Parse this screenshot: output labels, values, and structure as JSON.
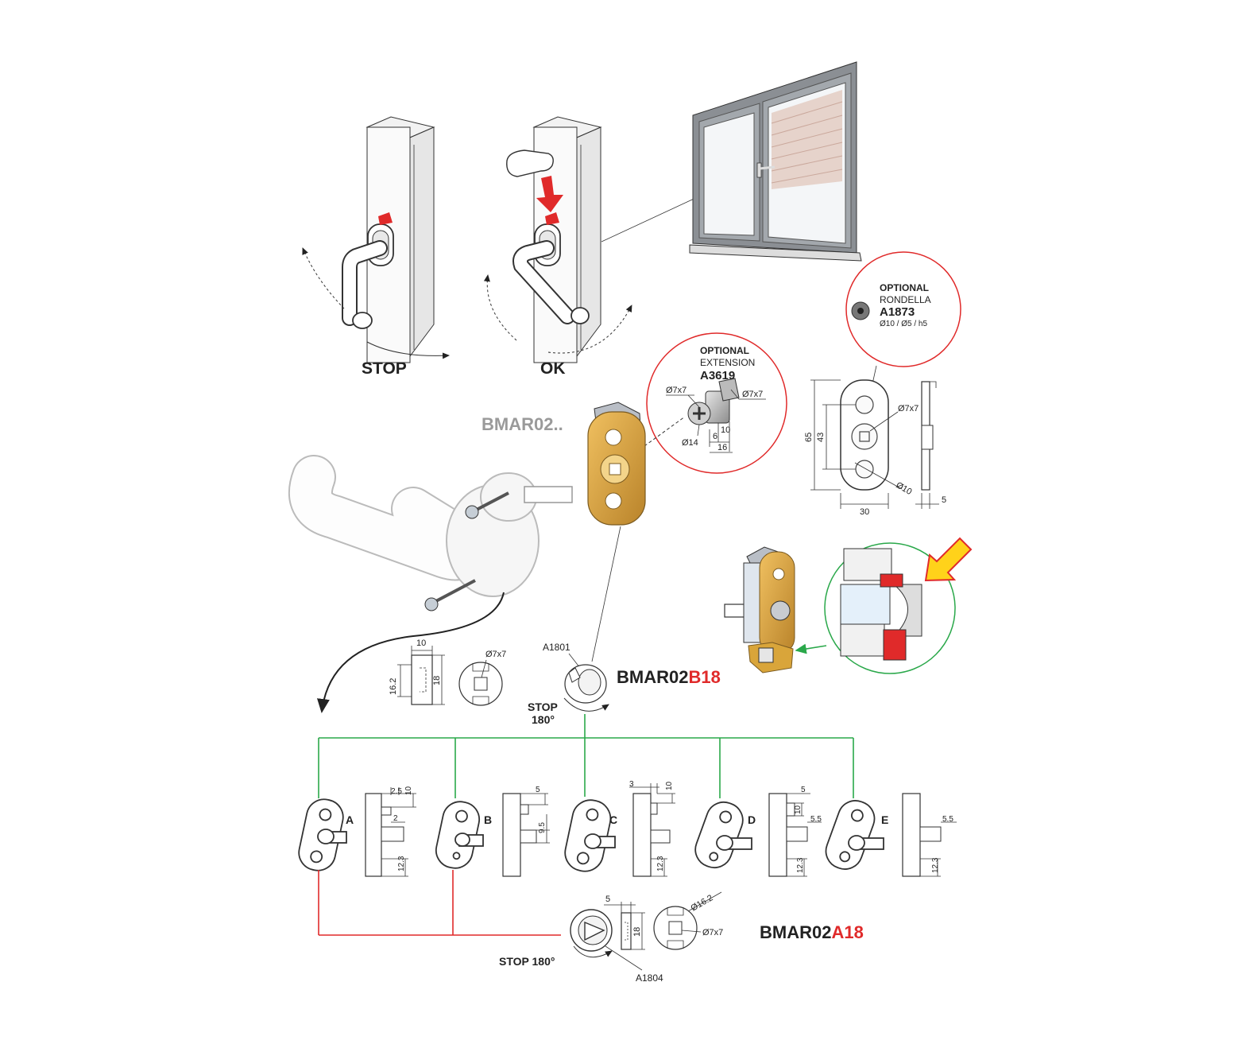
{
  "handle_states": {
    "stop_label": "STOP",
    "ok_label": "OK"
  },
  "product_family": "BMAR02..",
  "extension": {
    "optional": "OPTIONAL",
    "name": "EXTENSION",
    "code": "A3619",
    "dim_square_left": "Ø7x7",
    "dim_square_right": "Ø7x7",
    "dim_diameter": "Ø14",
    "dim_6": "6",
    "dim_10": "10",
    "dim_16": "16"
  },
  "washer": {
    "optional": "OPTIONAL",
    "name": "RONDELLA",
    "code": "A1873",
    "dims": "Ø10 / Ø5 / h5"
  },
  "plate_drawing": {
    "square": "Ø7x7",
    "height": "65",
    "hole_spacing": "43",
    "hole": "Ø10",
    "width": "30",
    "thickness": "5"
  },
  "b18_insert": {
    "width": "10",
    "inner": "16.2",
    "outer": "18",
    "square": "Ø7x7",
    "part_code": "A1801",
    "model_prefix": "BMAR02",
    "model_suffix": "B18",
    "stop": "STOP",
    "angle": "180°"
  },
  "variants": [
    {
      "label": "A",
      "dims": [
        "2.5",
        "10",
        "2",
        "12.3"
      ]
    },
    {
      "label": "B",
      "dims": [
        "5",
        "9.5"
      ]
    },
    {
      "label": "C",
      "dims": [
        "3",
        "10",
        "12.3"
      ]
    },
    {
      "label": "D",
      "dims": [
        "5",
        "10",
        "5.5",
        "12.3"
      ]
    },
    {
      "label": "E",
      "dims": [
        "5.5",
        "12.3"
      ]
    }
  ],
  "a18_insert": {
    "width": "5",
    "outer": "18",
    "diameter": "Ø16.2",
    "square": "Ø7x7",
    "model_prefix": "BMAR02",
    "model_suffix": "A18",
    "stop": "STOP 180°",
    "part_code": "A1804"
  },
  "colors": {
    "accent_red": "#e02a2a",
    "green_line": "#2aa84a",
    "gold": "#d9a53a",
    "grey_label": "#9a9a9a"
  }
}
